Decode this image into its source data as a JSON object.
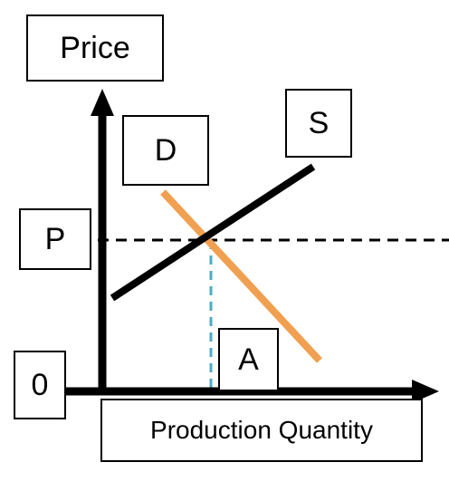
{
  "labels": {
    "price_axis": "Price",
    "supply_curve": "S",
    "demand_curve": "D",
    "equilibrium_price": "P",
    "equilibrium_quantity": "A",
    "origin": "0",
    "quantity_axis": "Production Quantity"
  },
  "colors": {
    "axes": "#000000",
    "supply": "#000000",
    "demand": "#F0A050",
    "price_guide": "#000000",
    "quantity_guide": "#4BACC6"
  },
  "guides": {
    "price_style": "dashed",
    "quantity_style": "dashed"
  }
}
